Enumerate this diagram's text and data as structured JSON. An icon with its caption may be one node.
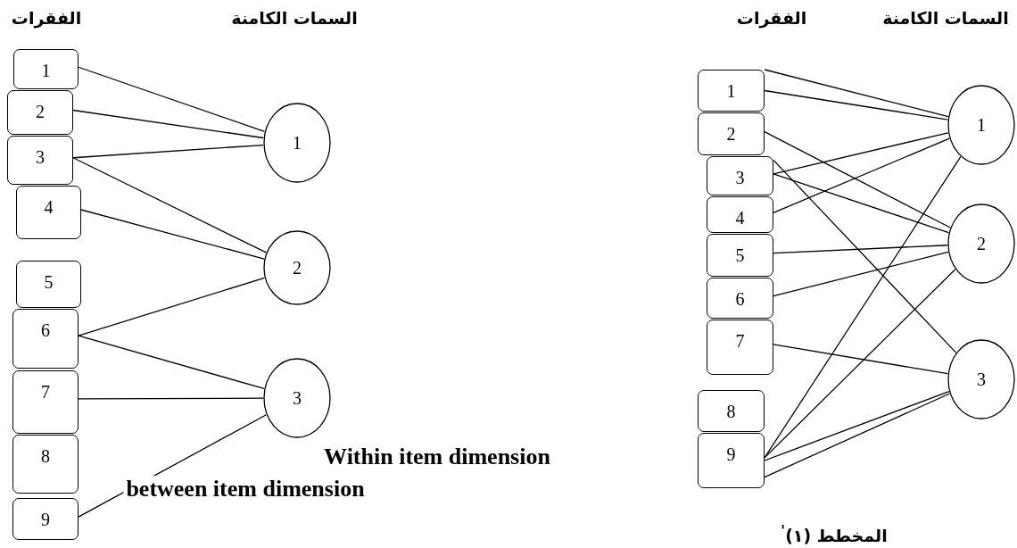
{
  "diagram": {
    "caption": "المخطط (١)$^{'}$",
    "nodes": [
      {
        "text": [
          "1"
        ]
      },
      {
        "text": [
          "2"
        ]
      },
      {
        "text": [
          "3"
        ]
      },
      {
        "text": [
          "4"
        ]
      },
      {
        "text": [
          "5"
        ]
      },
      {
        "text": [
          "6"
        ]
      },
      {
        "text": [
          "7"
        ]
      },
      {
        "text": [
          "8"
        ]
      },
      {
        "text": [
          "9"
        ]
      },
      {
        "text": [
          "1"
        ]
      },
      {
        "text": [
          "2"
        ]
      },
      {
        "text": [
          "3"
        ]
      },
      {
        "text": [
          "1"
        ]
      },
      {
        "text": [
          "2"
        ]
      },
      {
        "text": [
          "3"
        ]
      },
      {
        "text": [
          "4"
        ]
      },
      {
        "text": [
          "5"
        ]
      },
      {
        "text": [
          "6"
        ]
      },
      {
        "text": [
          "7"
        ]
      },
      {
        "text": [
          "8"
        ]
      },
      {
        "text": [
          "9"
        ]
      },
      {
        "text": [
          "1"
        ]
      },
      {
        "text": [
          "2"
        ]
      },
      {
        "text": [
          "3"
        ]
      }
    ],
    "edges": [
      {
        "from": 0,
        "to": 9,
        "arrow": "none"
      },
      {
        "from": 1,
        "to": 9,
        "arrow": "none"
      },
      {
        "from": 2,
        "to": 9,
        "arrow": "none"
      },
      {
        "from": 2,
        "to": 10,
        "arrow": "none"
      },
      {
        "from": 3,
        "to": 10,
        "arrow": "none"
      },
      {
        "from": 5,
        "to": 10,
        "arrow": "none"
      },
      {
        "from": 5,
        "to": 11,
        "arrow": "none"
      },
      {
        "from": 6,
        "to": 11,
        "arrow": "none"
      },
      {
        "from": 8,
        "to": 11,
        "arrow": "none"
      },
      {
        "from": 12,
        "to": 21,
        "arrow": "none"
      },
      {
        "from": 12,
        "to": 21,
        "arrow": "none"
      },
      {
        "from": 13,
        "to": 22,
        "arrow": "none"
      },
      {
        "from": 14,
        "to": 21,
        "arrow": "none"
      },
      {
        "from": 14,
        "to": 23,
        "arrow": "none"
      },
      {
        "from": 14,
        "to": 22,
        "arrow": "none"
      },
      {
        "from": 15,
        "to": 21,
        "arrow": "none"
      },
      {
        "from": 16,
        "to": 22,
        "arrow": "none"
      },
      {
        "from": 17,
        "to": 22,
        "arrow": "none"
      },
      {
        "from": 18,
        "to": 23,
        "arrow": "none"
      },
      {
        "from": 20,
        "to": 21,
        "arrow": "none"
      },
      {
        "from": 20,
        "to": 22,
        "arrow": "none"
      },
      {
        "from": 20,
        "to": 23,
        "arrow": "none"
      },
      {
        "from": 20,
        "to": 23,
        "arrow": "none"
      }
    ],
    "labels": [
      "الفقرات",
      "السمات الكامنة",
      "الفقرات",
      "السمات الكامنة",
      "Within item dimension",
      "between item dimension"
    ]
  }
}
